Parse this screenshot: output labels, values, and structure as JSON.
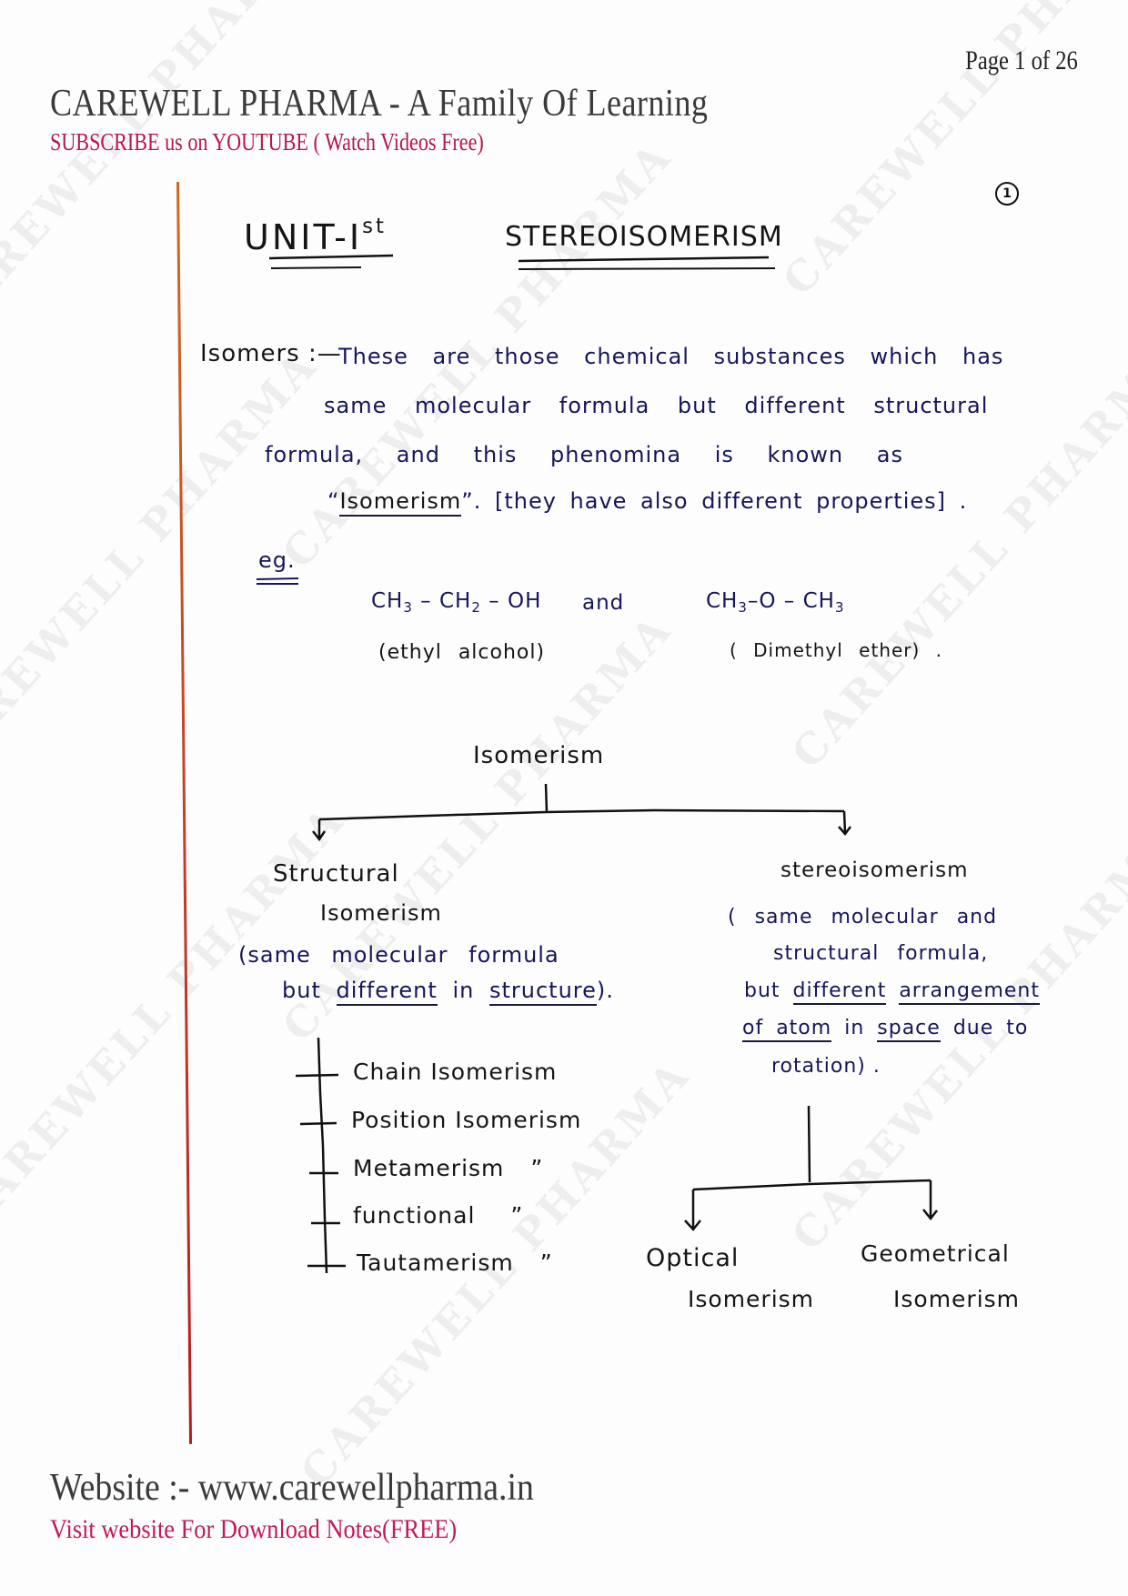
{
  "header": {
    "page_indicator": "Page 1 of 26",
    "title": "CAREWELL PHARMA - A Family Of Learning",
    "subtitle": "SUBSCRIBE us on YOUTUBE ( Watch Videos Free)"
  },
  "footer": {
    "website": "Website :- www.carewellpharma.in",
    "download_note": "Visit website For Download Notes(FREE)"
  },
  "watermark": {
    "text_1": "CAREWELL PHARMA",
    "text_2": "CAREWELL PHARMA",
    "text_3": "CAREWELL PHARMA",
    "text_4": "CAREWELL PHARMA",
    "text_5": "CAREWELL PHARMA",
    "text_6": "CAREWELL PHARMA",
    "text_7": "CAREWELL PHARMA",
    "text_8": "CAREWELL PHARMA",
    "text_9": "CAREWELL PHARMA"
  },
  "notes": {
    "page_marker": "1",
    "unit": {
      "label": "UNIT-I",
      "suffix": "st"
    },
    "topic_title": "STEREOISOMERISM",
    "definition": {
      "term": "Isomers :—",
      "line_1": "These are those chemical substances which has",
      "line_2": "same molecular formula but different structural",
      "line_3": "formula, and this phenomina is known as",
      "line_4_open_quote": "“",
      "line_4_term": "Isomerism",
      "line_4_rest": "”. [they have also different properties] ."
    },
    "example": {
      "label": "eg.",
      "compound_1": {
        "formula_parts": [
          "CH",
          "3",
          " – CH",
          "2",
          " – OH"
        ],
        "name": "(ethyl alcohol)"
      },
      "connector": "and",
      "compound_2": {
        "formula_parts": [
          "CH",
          "3",
          "–O – CH",
          "3"
        ],
        "name": "( Dimethyl ether) ."
      }
    },
    "tree": {
      "root": "Isomerism",
      "left_branch": {
        "title_line_1": "Structural",
        "title_line_2": "Isomerism",
        "desc_line_1": "(same molecular formula",
        "desc_line_2_a": "but",
        "desc_line_2_b": "different",
        "desc_line_2_c": "in",
        "desc_line_2_d": "structure",
        "desc_line_2_e": ").",
        "types": [
          "Chain Isomerism",
          "Position Isomerism",
          "Metamerism ”",
          "functional ”",
          "Tautamerism ”"
        ]
      },
      "right_branch": {
        "title": "stereoisomerism",
        "desc_line_1": "( same molecular and",
        "desc_line_2": "structural formula,",
        "desc_line_3_a": "but",
        "desc_line_3_b": "different",
        "desc_line_3_c": "arrangement",
        "desc_line_4_a": "of atom",
        "desc_line_4_b": "in",
        "desc_line_4_c": "space",
        "desc_line_4_d": "due to",
        "desc_line_5": "rotation) .",
        "children": [
          {
            "line_1": "Optical",
            "line_2": "Isomerism"
          },
          {
            "line_1": "Geometrical",
            "line_2": "Isomerism"
          }
        ]
      }
    }
  },
  "colors": {
    "header_gray": "#3b3b3b",
    "header_red": "#b5174a",
    "margin_red": "#c0392b",
    "ink_black": "#151515",
    "ink_blue": "#16165a"
  }
}
